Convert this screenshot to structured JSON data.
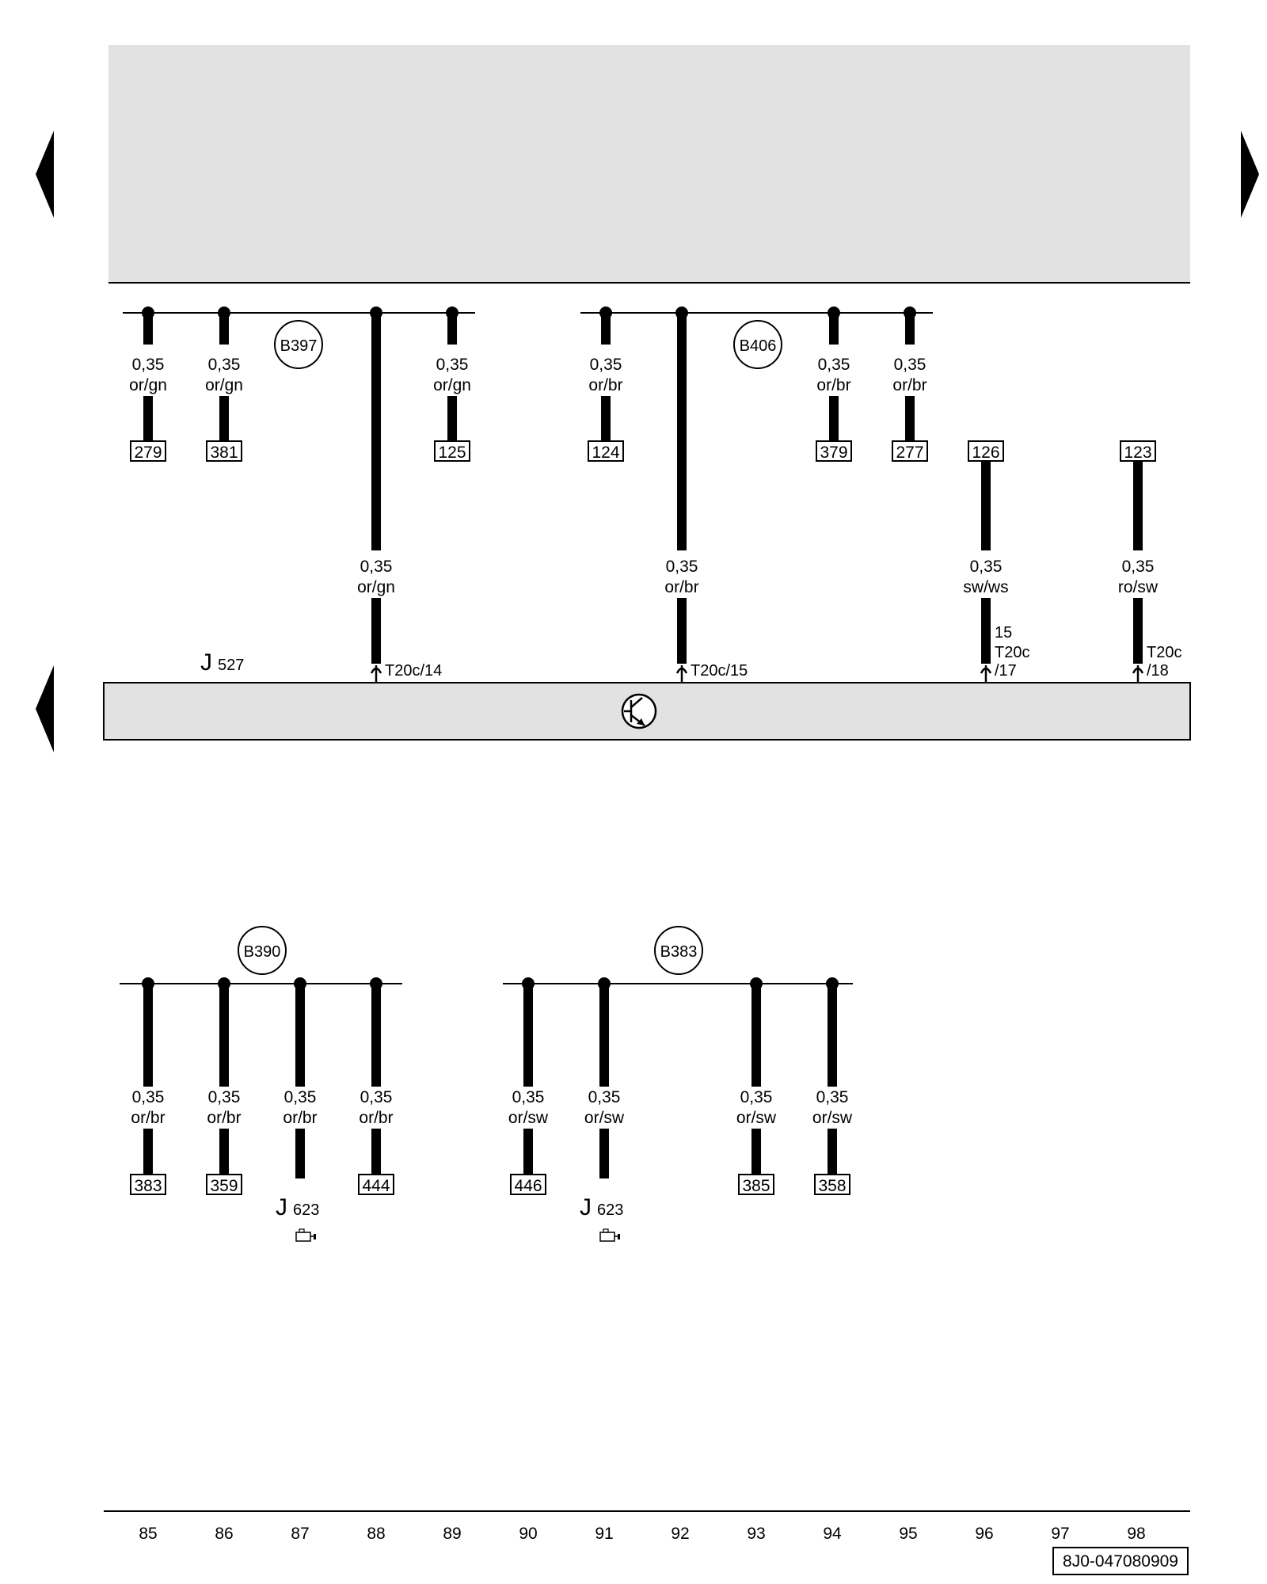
{
  "nav": {
    "prev_icon": "triangle-left-icon",
    "next_icon": "triangle-right-icon"
  },
  "colors": {
    "panel": "#e2e2e2",
    "line": "#000000",
    "background": "#ffffff"
  },
  "splices": {
    "b397": "B397",
    "b406": "B406",
    "b390": "B390",
    "b383": "B383"
  },
  "wires": [
    {
      "id": "w85",
      "size": "0,35",
      "color": "or/gn",
      "ref": "279"
    },
    {
      "id": "w86",
      "size": "0,35",
      "color": "or/gn",
      "ref": "381"
    },
    {
      "id": "w88",
      "size": "0,35",
      "color": "or/gn",
      "ref": "125"
    },
    {
      "id": "w91",
      "size": "0,35",
      "color": "or/br",
      "ref": "124"
    },
    {
      "id": "w94",
      "size": "0,35",
      "color": "or/br",
      "ref": "379"
    },
    {
      "id": "w95",
      "size": "0,35",
      "color": "or/br",
      "ref": "277"
    },
    {
      "id": "trunk88",
      "size": "0,35",
      "color": "or/gn",
      "connector": "T20c/14"
    },
    {
      "id": "trunk92",
      "size": "0,35",
      "color": "or/br",
      "connector": "T20c/15"
    },
    {
      "id": "wire96",
      "size": "0,35",
      "color": "sw/ws",
      "ref": "126",
      "pin_note": "15",
      "connector_a": "T20c",
      "connector_b": "/17"
    },
    {
      "id": "wire98",
      "size": "0,35",
      "color": "ro/sw",
      "ref": "123",
      "connector_a": "T20c",
      "connector_b": "/18"
    }
  ],
  "lower_wires": [
    {
      "id": "l85",
      "size": "0,35",
      "color": "or/br",
      "ref": "383"
    },
    {
      "id": "l86",
      "size": "0,35",
      "color": "or/br",
      "ref": "359"
    },
    {
      "id": "l87",
      "size": "0,35",
      "color": "or/br"
    },
    {
      "id": "l88",
      "size": "0,35",
      "color": "or/br",
      "ref": "444"
    },
    {
      "id": "l90",
      "size": "0,35",
      "color": "or/sw",
      "ref": "446"
    },
    {
      "id": "l91",
      "size": "0,35",
      "color": "or/sw"
    },
    {
      "id": "l93",
      "size": "0,35",
      "color": "or/sw",
      "ref": "385"
    },
    {
      "id": "l94",
      "size": "0,35",
      "color": "or/sw",
      "ref": "358"
    }
  ],
  "components": {
    "j527": {
      "letter": "J",
      "sub": "527",
      "icon": "transistor-icon"
    },
    "j623_a": {
      "letter": "J",
      "sub": "623",
      "icon": "engine-module-icon"
    },
    "j623_b": {
      "letter": "J",
      "sub": "623",
      "icon": "engine-module-icon"
    }
  },
  "footer": {
    "columns": [
      "85",
      "86",
      "87",
      "88",
      "89",
      "90",
      "91",
      "92",
      "93",
      "94",
      "95",
      "96",
      "97",
      "98"
    ],
    "doc_id": "8J0-047080909"
  }
}
